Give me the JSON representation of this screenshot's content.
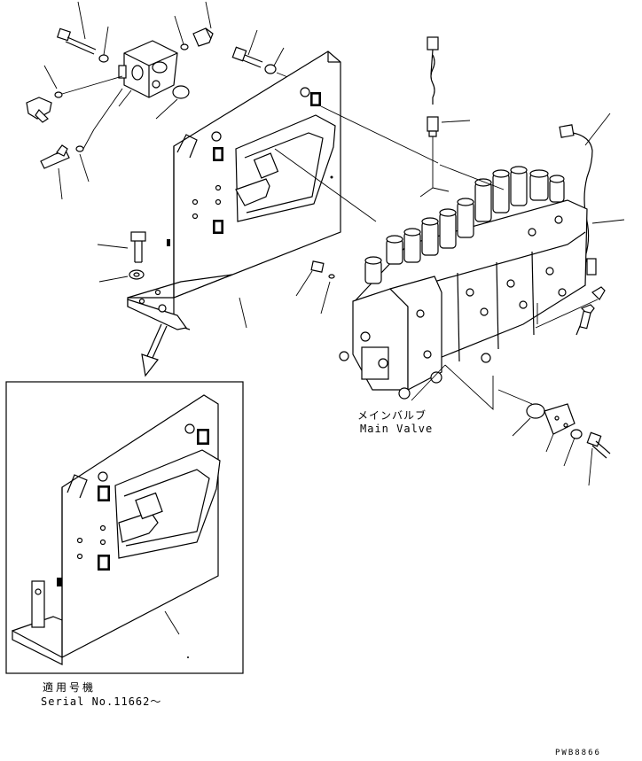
{
  "main_valve_label_jp": "メインバルブ",
  "main_valve_label_en": "Main Valve",
  "serial_label_jp": "適用号機",
  "serial_label_en": "Serial No.11662～",
  "drawing_code": "PWB8866",
  "colors": {
    "line": "#000000",
    "paper": "#ffffff"
  }
}
